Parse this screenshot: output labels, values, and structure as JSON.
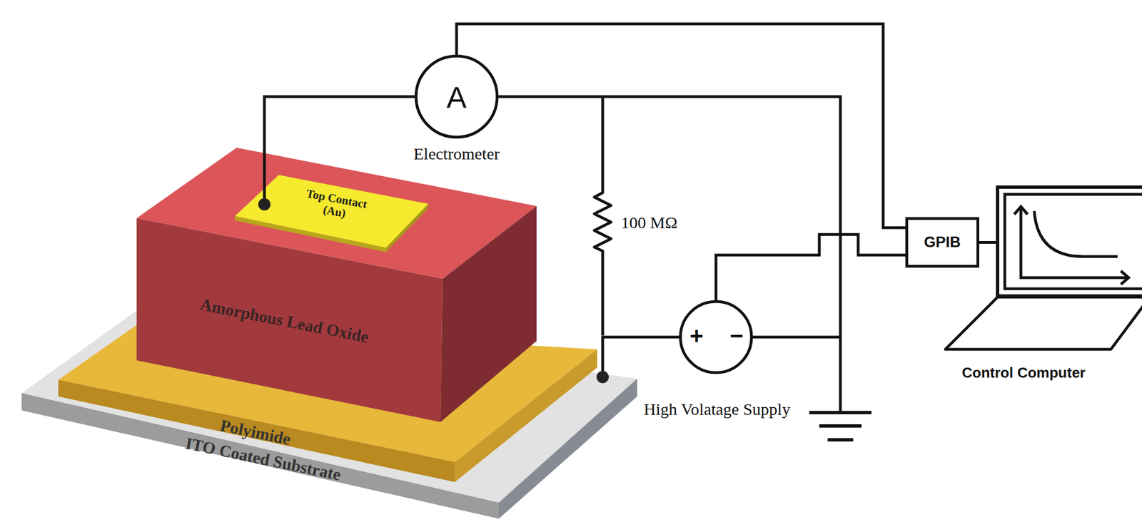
{
  "diagram": {
    "nodes": [
      {
        "text": [
          "Amorphous Lead Oxide"
        ]
      },
      {
        "text": [
          "Top Contact (Au)"
        ],
        "in": 0
      },
      {
        "text": [
          "Polyimide"
        ]
      },
      {
        "text": [
          "ITO Coated Substrate"
        ]
      },
      {
        "text": [
          "A",
          "Electrometer"
        ]
      },
      {
        "text": [
          "+",
          "−",
          "High Volatage Supply"
        ]
      },
      {
        "text": [
          "GPIB"
        ]
      },
      {
        "text": [
          "Control Computer"
        ]
      }
    ],
    "edges": [
      {
        "from": 1,
        "to": 4,
        "arrow": "none"
      },
      {
        "from": 4,
        "to": 6,
        "arrow": "none"
      },
      {
        "from": 5,
        "to": 6,
        "arrow": "none"
      },
      {
        "from": 6,
        "to": 7,
        "arrow": "none"
      },
      {
        "from": 4,
        "to": 5,
        "arrow": "none"
      },
      {
        "from": 3,
        "to": 5,
        "arrow": "none"
      }
    ],
    "labels": [
      "100 MΩ"
    ]
  }
}
